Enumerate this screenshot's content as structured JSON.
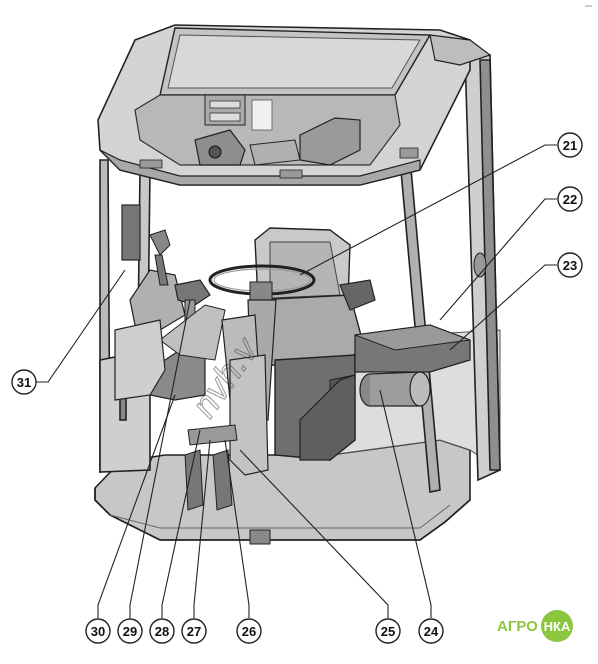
{
  "callouts": {
    "c21": "21",
    "c22": "22",
    "c23": "23",
    "c24": "24",
    "c25": "25",
    "c26": "26",
    "c27": "27",
    "c28": "28",
    "c29": "29",
    "c30": "30",
    "c31": "31"
  },
  "logo": {
    "text_left": "АГРО",
    "text_right": "НКА",
    "color_primary": "#8cc63f",
    "color_accent": "#ffffff"
  },
  "colors": {
    "line": "#222222",
    "cab_fill": "#d9d9d9",
    "cab_dark": "#9a9a9a",
    "floor_fill": "#c8c8c8"
  }
}
